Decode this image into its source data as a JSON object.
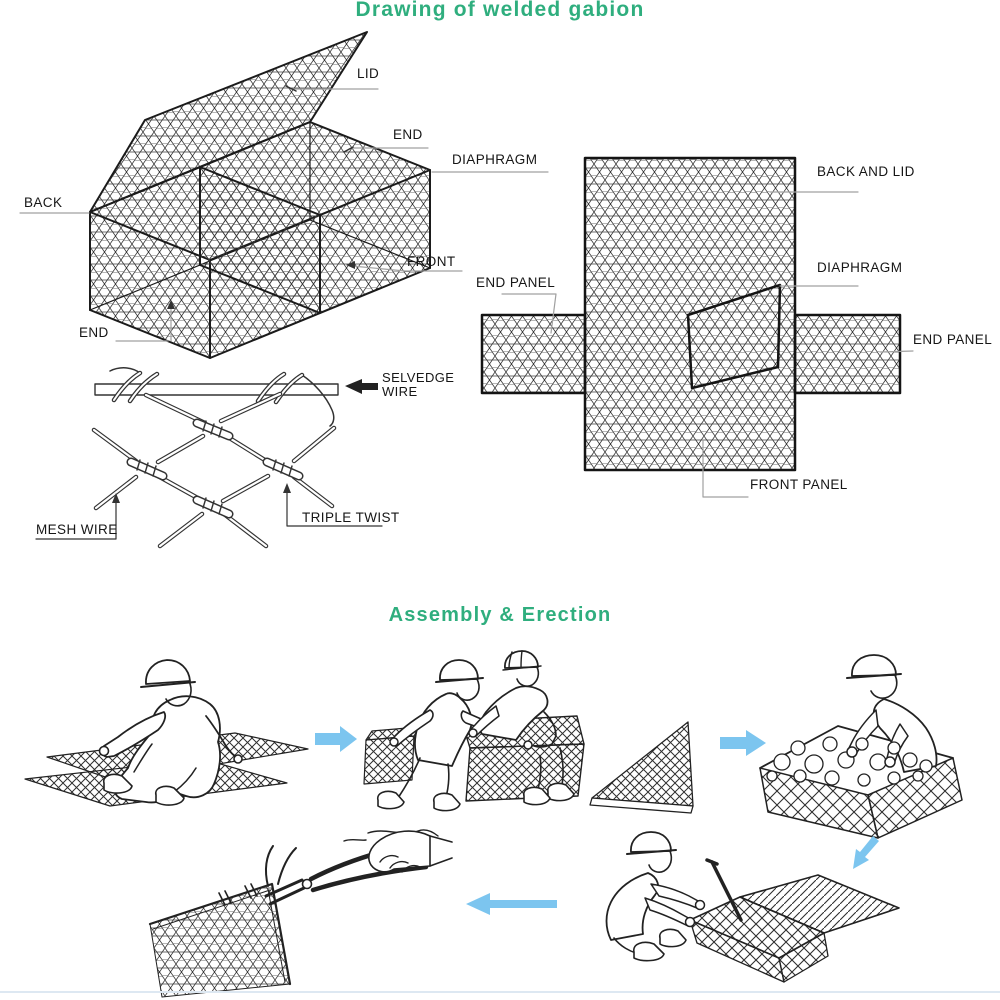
{
  "colors": {
    "title_green": "#2fae7e",
    "arrow_blue": "#7cc5ef",
    "ink": "#1c1c1c",
    "leader_gray": "#a0a0a0"
  },
  "drawing_section": {
    "title": "Drawing of welded gabion",
    "iso_box_labels": {
      "lid": "LID",
      "end_top": "END",
      "diaphragm": "DIAPHRAGM",
      "back": "BACK",
      "front": "FRONT",
      "end_bottom": "END"
    },
    "wire_detail_labels": {
      "selvedge_wire": "SELVEDGE WIRE",
      "mesh_wire": "MESH WIRE",
      "triple_twist": "TRIPLE TWIST"
    },
    "flat_panel_labels": {
      "back_and_lid": "BACK AND LID",
      "diaphragm": "DIAPHRAGM",
      "end_panel_left": "END PANEL",
      "end_panel_right": "END PANEL",
      "front_panel": "FRONT PANEL"
    }
  },
  "assembly_section": {
    "title": "Assembly & Erection"
  }
}
